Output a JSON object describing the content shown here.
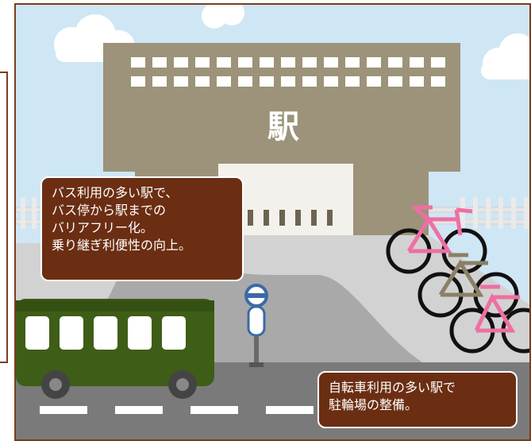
{
  "station": {
    "sign": "駅"
  },
  "bus_note": {
    "lines": [
      "バス利用の多い駅で、",
      "バス停から駅までの",
      "バリアフリー化。",
      "乗り継ぎ利便性の向上。"
    ]
  },
  "bike_note": {
    "lines": [
      "自転車利用の多い駅で",
      "駐輪場の整備。"
    ]
  },
  "colors": {
    "sky": "#cfe6f4",
    "building": "#9c937a",
    "bus": "#3e5d16",
    "bubble": "#6b2e12",
    "bike_pink": "#ee6fa3",
    "bike_black": "#111111",
    "road": "#777777",
    "plaza": "#d2d2d2",
    "frame": "#7a3e1e"
  }
}
